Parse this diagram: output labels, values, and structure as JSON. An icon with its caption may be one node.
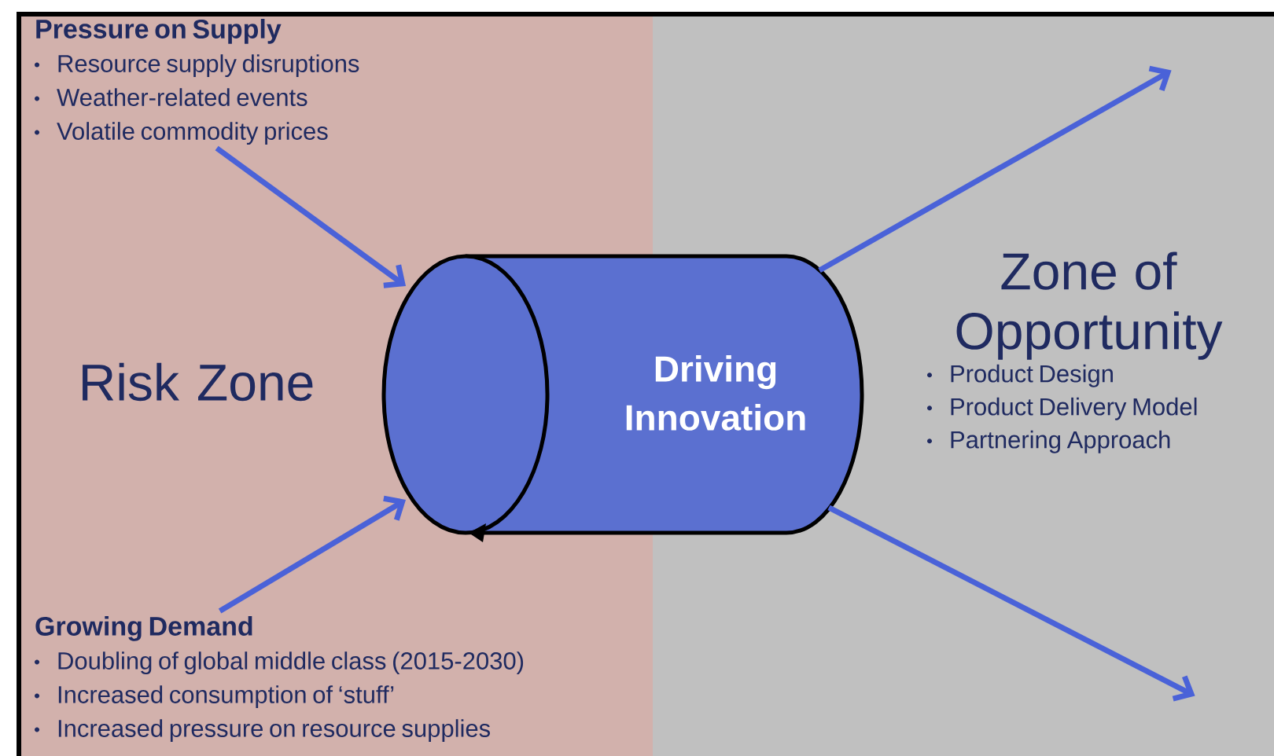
{
  "diagram": {
    "nodes": [
      {
        "text": [
          "Risk Zone"
        ]
      },
      {
        "text": [
          "Pressure on Supply",
          "Resource supply disruptions",
          "Weather-related events",
          "Volatile commodity prices"
        ],
        "in": 0
      },
      {
        "text": [
          "Growing Demand",
          "Doubling of global middle class (2015-2030)",
          "Increased consumption of  ‘stuff’",
          "Increased pressure on resource supplies"
        ],
        "in": 0
      },
      {
        "text": [
          "Driving Innovation"
        ]
      },
      {
        "text": [
          "Zone of Opportunity",
          "Product Design",
          "Product Delivery Model",
          "Partnering Approach"
        ]
      }
    ],
    "edges": [
      {
        "from": 1,
        "to": 3,
        "arrow": "to"
      },
      {
        "from": 2,
        "to": 3,
        "arrow": "to"
      },
      {
        "from": 3,
        "to": 4,
        "arrow": "to"
      },
      {
        "from": 3,
        "to": 4,
        "arrow": "to"
      }
    ]
  }
}
